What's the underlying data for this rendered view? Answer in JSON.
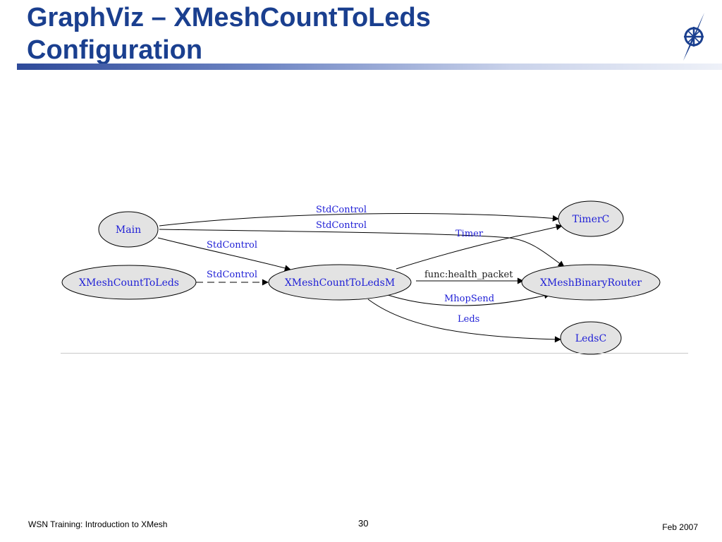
{
  "slide": {
    "title_line1": "GraphViz – XMeshCountToLeds",
    "title_line2": "Configuration",
    "footer_left": "WSN Training: Introduction to XMesh",
    "page_number": "30",
    "footer_right": "Feb 2007"
  },
  "colors": {
    "title": "#1a3f8f",
    "node_fill": "#e3e3e3",
    "label_text": "#1f1fd6",
    "edge": "#000000"
  },
  "logo": {
    "icon": "compass-logo-icon"
  },
  "diagram": {
    "nodes": [
      {
        "id": "main",
        "label": "Main"
      },
      {
        "id": "xmeshcounttoleds",
        "label": "XMeshCountToLeds"
      },
      {
        "id": "xmeshcounttoledsm",
        "label": "XMeshCountToLedsM"
      },
      {
        "id": "timerc",
        "label": "TimerC"
      },
      {
        "id": "xmeshbinaryrouter",
        "label": "XMeshBinaryRouter"
      },
      {
        "id": "ledsc",
        "label": "LedsC"
      }
    ],
    "edges": [
      {
        "from": "main",
        "to": "timerc",
        "label": "StdControl",
        "style": "solid"
      },
      {
        "from": "main",
        "to": "xmeshbinaryrouter",
        "label": "StdControl",
        "style": "solid"
      },
      {
        "from": "main",
        "to": "xmeshcounttoledsm",
        "label": "StdControl",
        "style": "solid"
      },
      {
        "from": "xmeshcounttoleds",
        "to": "xmeshcounttoledsm",
        "label": "StdControl",
        "style": "dashed"
      },
      {
        "from": "xmeshcounttoledsm",
        "to": "timerc",
        "label": "Timer",
        "style": "solid"
      },
      {
        "from": "xmeshcounttoledsm",
        "to": "xmeshbinaryrouter",
        "label": "func:health_packet",
        "style": "solid"
      },
      {
        "from": "xmeshcounttoledsm",
        "to": "xmeshbinaryrouter",
        "label": "MhopSend",
        "style": "solid"
      },
      {
        "from": "xmeshcounttoledsm",
        "to": "ledsc",
        "label": "Leds",
        "style": "solid"
      }
    ]
  }
}
